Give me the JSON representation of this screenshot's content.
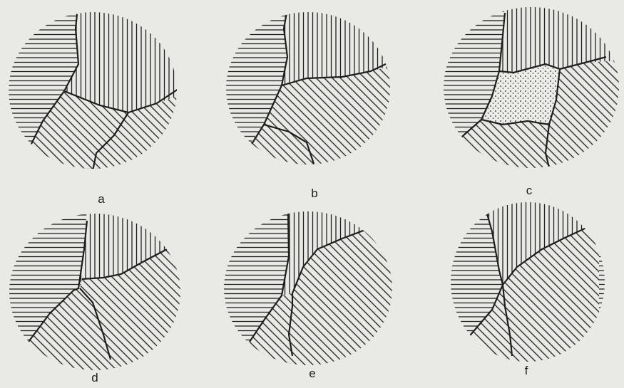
{
  "figure": {
    "panels": [
      {
        "id": "a",
        "label": "a"
      },
      {
        "id": "b",
        "label": "b"
      },
      {
        "id": "c",
        "label": "c"
      },
      {
        "id": "d",
        "label": "d"
      },
      {
        "id": "e",
        "label": "e"
      },
      {
        "id": "f",
        "label": "f"
      }
    ],
    "colors": {
      "paper": "#e9e9e6",
      "ink": "#1e1e1e"
    }
  }
}
